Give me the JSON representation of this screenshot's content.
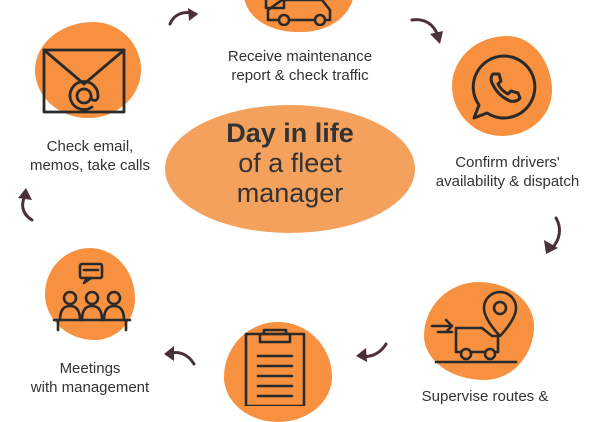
{
  "center": {
    "title_bold": "Day in life",
    "title_line2": "of a fleet",
    "title_line3": "manager"
  },
  "steps": [
    {
      "label_l1": "Receive maintenance",
      "label_l2": "report & check traffic",
      "icon": "truck-icon"
    },
    {
      "label_l1": "Confirm drivers'",
      "label_l2": "availability & dispatch",
      "icon": "whatsapp-phone-icon"
    },
    {
      "label_l1": "Supervise routes &",
      "label_l2": "",
      "icon": "route-truck-icon"
    },
    {
      "label_l1": "",
      "label_l2": "",
      "icon": "clipboard-icon"
    },
    {
      "label_l1": "Meetings",
      "label_l2": "with management",
      "icon": "meeting-icon"
    },
    {
      "label_l1": "Check email,",
      "label_l2": "memos, take calls",
      "icon": "email-icon"
    }
  ],
  "colors": {
    "accent": "#f7913f",
    "center": "#f4a15d",
    "line": "#2b2a2a",
    "arrow": "#4a3038"
  }
}
